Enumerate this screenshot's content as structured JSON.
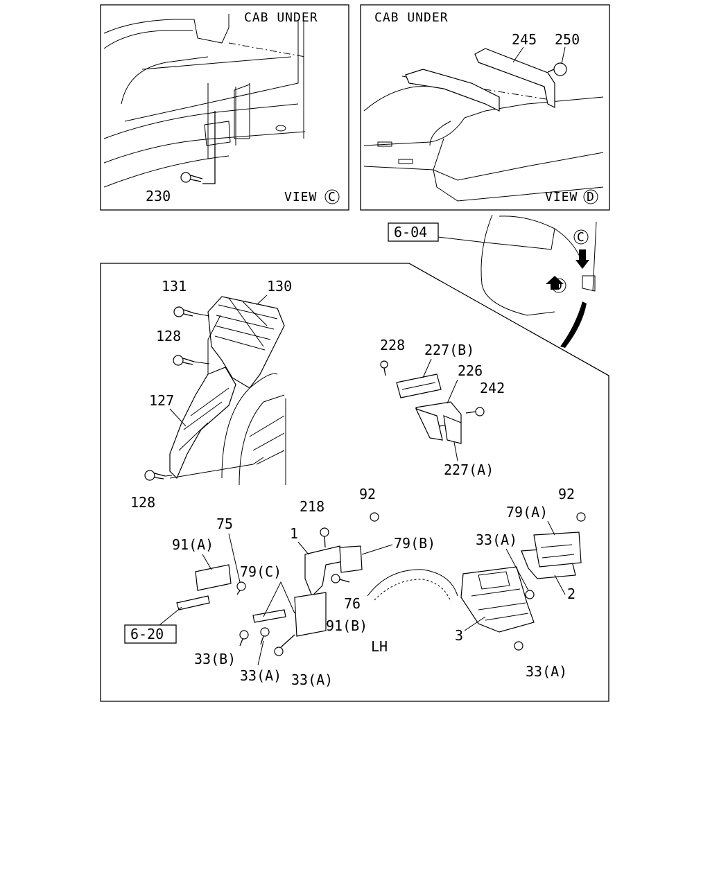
{
  "panel_c": {
    "header": "CAB UNDER",
    "view_text": "VIEW",
    "view_letter": "C"
  },
  "panel_d": {
    "header": "CAB UNDER",
    "view_text": "VIEW",
    "view_letter": "D"
  },
  "ref_boxes": {
    "top": "6-04",
    "bottom": "6-20"
  },
  "side_label": "LH",
  "callouts": {
    "p230": "230",
    "p245": "245",
    "p250": "250",
    "p131": "131",
    "p130": "130",
    "p128a": "128",
    "p127": "127",
    "p128b": "128",
    "p228": "228",
    "p227b": "227(B)",
    "p226": "226",
    "p242": "242",
    "p227a": "227(A)",
    "p92a": "92",
    "p218": "218",
    "p1": "1",
    "p79b": "79(B)",
    "p76": "76",
    "p75": "75",
    "p91a": "91(A)",
    "p79c": "79(C)",
    "p91b": "91(B)",
    "p33b": "33(B)",
    "p33a1": "33(A)",
    "p33a2": "33(A)",
    "p92b": "92",
    "p79a": "79(A)",
    "p33a3": "33(A)",
    "p2": "2",
    "p3": "3",
    "p33a4": "33(A)"
  },
  "view_markers": {
    "c": "C",
    "d": "D"
  }
}
